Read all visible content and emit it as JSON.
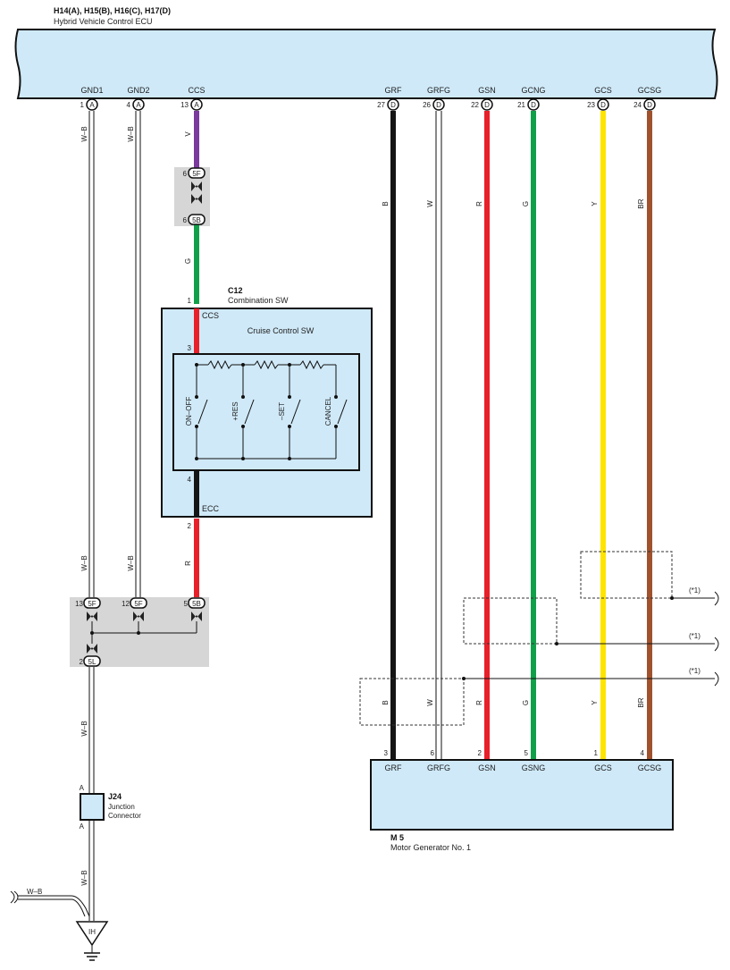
{
  "ecu": {
    "header": "H14(A), H15(B), H16(C), H17(D)",
    "name": "Hybrid Vehicle Control ECU",
    "terminals": [
      {
        "name": "GND1",
        "pin": "1",
        "conn": "A"
      },
      {
        "name": "GND2",
        "pin": "4",
        "conn": "A"
      },
      {
        "name": "CCS",
        "pin": "13",
        "conn": "A"
      },
      {
        "name": "GRF",
        "pin": "27",
        "conn": "D"
      },
      {
        "name": "GRFG",
        "pin": "26",
        "conn": "D"
      },
      {
        "name": "GSN",
        "pin": "22",
        "conn": "D"
      },
      {
        "name": "GCNG",
        "pin": "21",
        "conn": "D"
      },
      {
        "name": "GCS",
        "pin": "23",
        "conn": "D"
      },
      {
        "name": "GCSG",
        "pin": "24",
        "conn": "D"
      }
    ]
  },
  "wire_colors": {
    "V": "#7a3a9e",
    "G": "#11a04a",
    "R": "#e8202a",
    "B": "#151515",
    "W": "#ffffff",
    "Y": "#ffe400",
    "BR": "#a0522d",
    "W-B": "#ffffff"
  },
  "wire_labels": {
    "gnd1_upper": "W–B",
    "gnd2_upper": "W–B",
    "ccs_top": "V",
    "ccs_mid": "G",
    "ccs_r1": "R",
    "ccs_b": "B",
    "ccs_r2": "R",
    "gnd1_lower": "W–B",
    "gnd2_lower": "W–B",
    "ground_a": "W–B",
    "ground_b": "W–B",
    "ground_side": "W–B",
    "grf": "B",
    "grfg": "W",
    "gsn": "R",
    "gcng": "G",
    "gcs": "Y",
    "gcsg": "BR",
    "grf2": "B",
    "grfg2": "W",
    "gsn2": "R",
    "gcng2": "G",
    "gcs2": "Y",
    "gcsg2": "BR"
  },
  "connectors": {
    "c5f": "5F",
    "c5b": "5B",
    "c5l": "5L",
    "pin_5f_top": "6",
    "pin_5b_top": "6",
    "pin_13": "13",
    "pin_12": "12",
    "pin_5": "5",
    "pin_2": "2"
  },
  "combination_sw": {
    "code": "C12",
    "name": "Combination SW",
    "inner_title": "Cruise Control SW",
    "term_ccs": "CCS",
    "term_ecc": "ECC",
    "pin_1": "1",
    "pin_3": "3",
    "pin_4": "4",
    "pin_2": "2",
    "switches": [
      "ON–OFF",
      "+RES",
      "–SET",
      "CANCEL"
    ]
  },
  "junction": {
    "code": "J24",
    "name_line1": "Junction",
    "name_line2": "Connector",
    "pin_top": "A",
    "pin_bottom": "A"
  },
  "ground": {
    "label": "IH"
  },
  "motor_generator": {
    "code": "M 5",
    "name": "Motor Generator No. 1",
    "terminals": [
      {
        "name": "GRF",
        "pin": "3"
      },
      {
        "name": "GRFG",
        "pin": "6"
      },
      {
        "name": "GSN",
        "pin": "2"
      },
      {
        "name": "GSNG",
        "pin": "5"
      },
      {
        "name": "GCS",
        "pin": "1"
      },
      {
        "name": "GCSG",
        "pin": "4"
      }
    ]
  },
  "shield_notes": [
    "(*1)",
    "(*1)",
    "(*1)"
  ]
}
